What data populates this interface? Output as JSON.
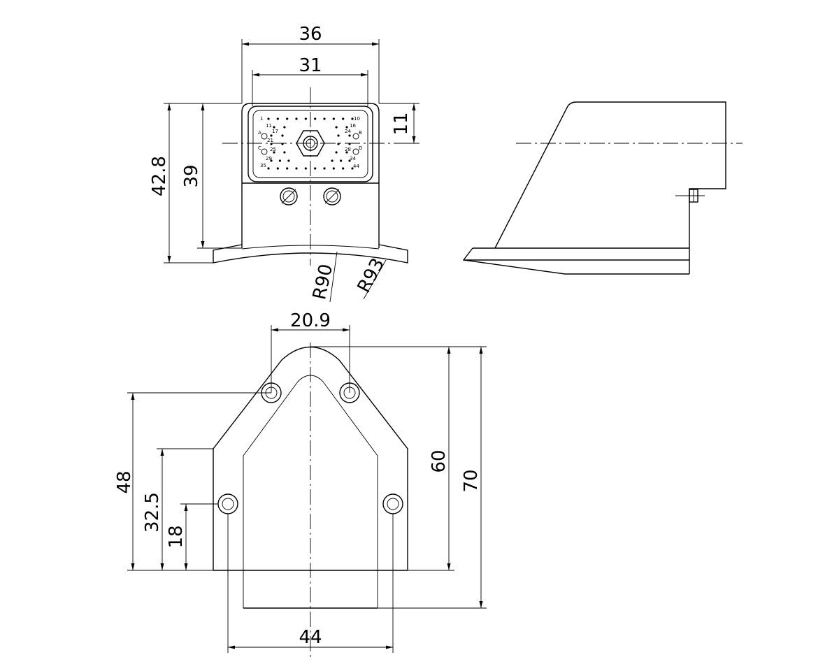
{
  "front_view": {
    "dims": {
      "width_outer": "36",
      "width_inner": "31",
      "offset_top": "11",
      "height_total": "42.8",
      "height_body": "39",
      "radius_inner": "R90",
      "radius_outer": "R93"
    },
    "pin_labels": [
      "1",
      "10",
      "11",
      "16",
      "17",
      "24",
      "A",
      "B",
      "C",
      "D",
      "25",
      "28",
      "29",
      "34",
      "35",
      "44",
      "21"
    ]
  },
  "top_view": {
    "dims": {
      "hole_spacing_top": "20.9",
      "length_60": "60",
      "length_70": "70",
      "height_48": "48",
      "height_32_5": "32.5",
      "height_18": "18",
      "hole_spacing_bottom": "44"
    }
  }
}
